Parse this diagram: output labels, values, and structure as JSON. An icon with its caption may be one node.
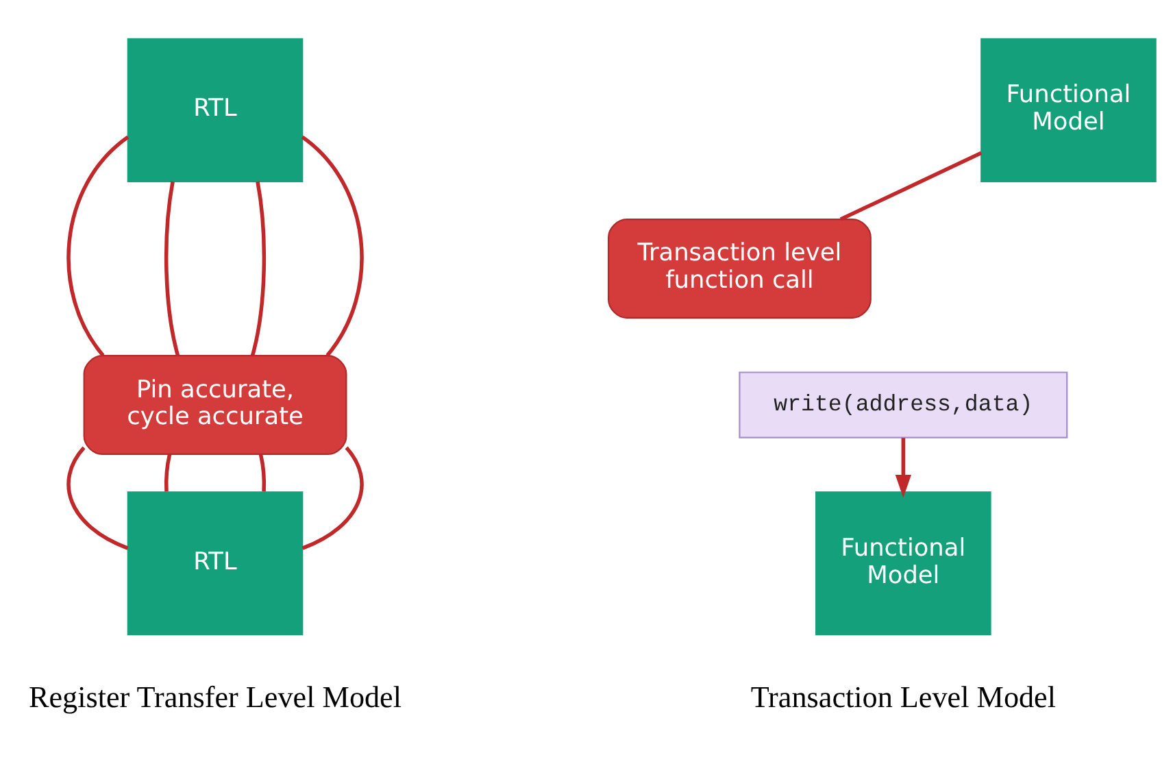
{
  "diagram": {
    "nodes": [
      {
        "text": [
          "RTL"
        ]
      },
      {
        "text": [
          "Pin accurate, cycle accurate"
        ]
      },
      {
        "text": [
          "RTL"
        ]
      },
      {
        "text": [
          "Functional Model"
        ]
      },
      {
        "text": [
          "Transaction level function call"
        ]
      },
      {
        "text": [
          "write(address,data)"
        ]
      },
      {
        "text": [
          "Functional Model"
        ]
      }
    ],
    "edges": [
      {
        "from": 0,
        "to": 1,
        "arrow": "none"
      },
      {
        "from": 0,
        "to": 1,
        "arrow": "none"
      },
      {
        "from": 0,
        "to": 1,
        "arrow": "none"
      },
      {
        "from": 0,
        "to": 1,
        "arrow": "none"
      },
      {
        "from": 1,
        "to": 2,
        "arrow": "none"
      },
      {
        "from": 1,
        "to": 2,
        "arrow": "none"
      },
      {
        "from": 1,
        "to": 2,
        "arrow": "none"
      },
      {
        "from": 1,
        "to": 2,
        "arrow": "none"
      },
      {
        "from": 3,
        "to": 4,
        "arrow": "none"
      },
      {
        "from": 5,
        "to": 6,
        "arrow": "to"
      }
    ],
    "labels": [
      "Register Transfer Level Model",
      "Transaction Level Model"
    ]
  }
}
